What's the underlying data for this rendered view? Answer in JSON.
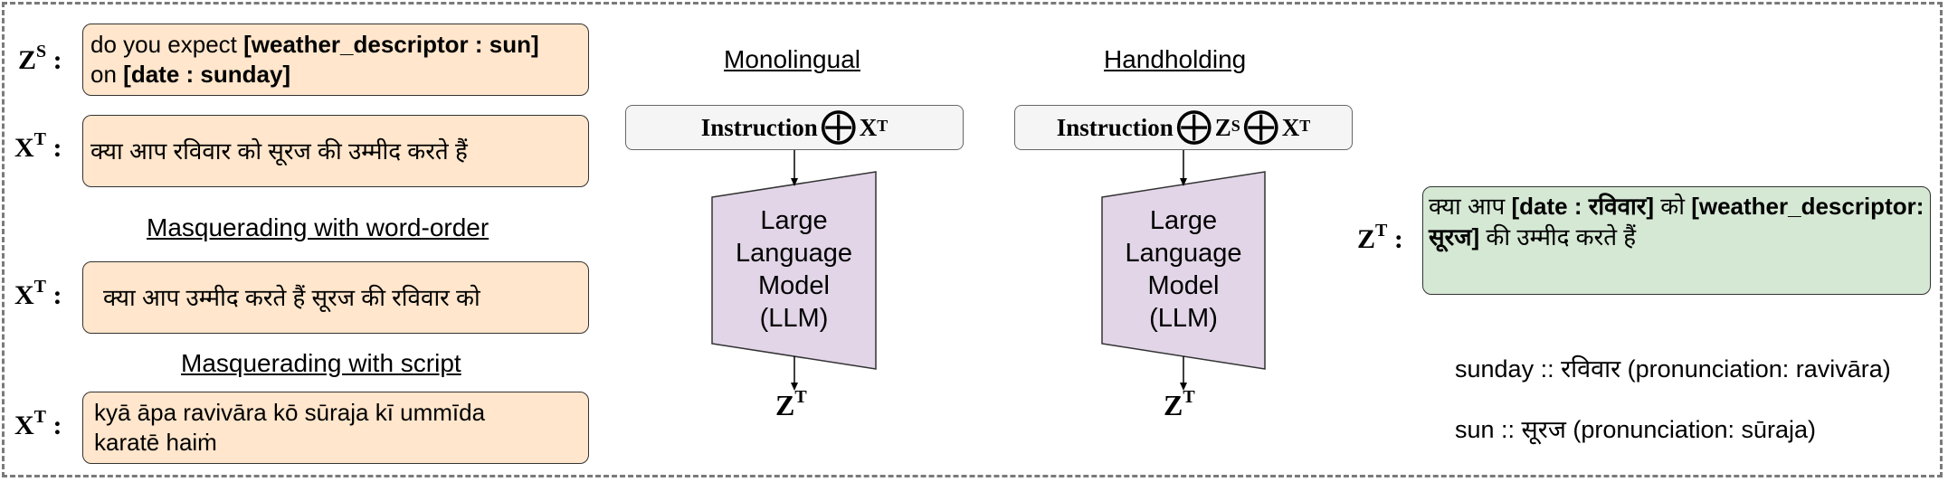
{
  "labels": {
    "z_s": "Z",
    "z_s_sup": "S",
    "x_t": "X",
    "z_t": "Z",
    "t_sup": "T",
    "colon": ":"
  },
  "source": {
    "line1_plain": "do you expect ",
    "line1_slot": "[weather_descriptor : sun]",
    "line2_plain": "on ",
    "line2_slot": "[date : sunday]"
  },
  "translation": {
    "text": "क्या आप रविवार को सूरज की उम्मीद करते हैं"
  },
  "word_order": {
    "heading": "Masquerading with word-order",
    "text": "क्या आप उम्मीद करते हैं सूरज की रविवार को"
  },
  "script": {
    "heading": "Masquerading with script",
    "line1": "kyā āpa ravivāra kō sūraja kī ummīda",
    "line2": "karatē haiṁ"
  },
  "monolingual": {
    "heading": "Monolingual",
    "instruction": "Instruction",
    "llm_label": "Large\nLanguage\nModel\n(LLM)",
    "output": "Z",
    "output_sup": "T"
  },
  "handholding": {
    "heading": "Handholding",
    "instruction": "Instruction",
    "llm_label": "Large\nLanguage\nModel\n(LLM)",
    "output": "Z",
    "output_sup": "T"
  },
  "output": {
    "p1": "क्या आप ",
    "slot1": "[date : रविवार]",
    "p2": " को ",
    "slot2": "[weather_descriptor: सूरज]",
    "p3": " की उम्मीद करते हैं"
  },
  "mapping": {
    "sunday": "sunday :: रविवार (pronunciation: ravivāra)",
    "sun": "sun :: सूरज (pronunciation: sūraja)"
  },
  "colors": {
    "orange_fill": "#ffe6cc",
    "green_fill": "#d5e8d4",
    "llm_fill": "#e1d5e7",
    "instruction_fill": "#f5f5f5"
  }
}
